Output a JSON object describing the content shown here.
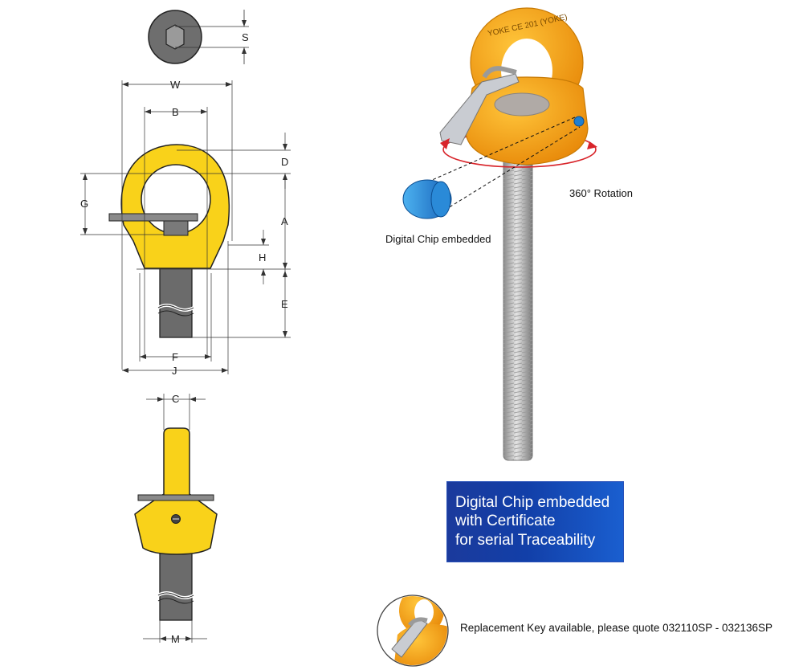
{
  "dimensions": {
    "S": "S",
    "W": "W",
    "B": "B",
    "D": "D",
    "G": "G",
    "A": "A",
    "H": "H",
    "E": "E",
    "F": "F",
    "J": "J",
    "C": "C",
    "M": "M"
  },
  "captions": {
    "rotation": "360° Rotation",
    "chip": "Digital Chip embedded",
    "key": "Replacement Key available, please quote 032110SP - 032136SP"
  },
  "info_box": {
    "line1": "Digital Chip embedded",
    "line2": "with Certificate",
    "line3": "for serial Traceability"
  },
  "ring_marking": "YOKE CE 201 (YOKE)",
  "colors": {
    "yellow": "#f9d21a",
    "orange": "#f5a514",
    "steel": "#6f6f6f",
    "blue_box": "#173fa6",
    "arrow_red": "#d8242a",
    "chip_blue": "#1f7fd0"
  }
}
